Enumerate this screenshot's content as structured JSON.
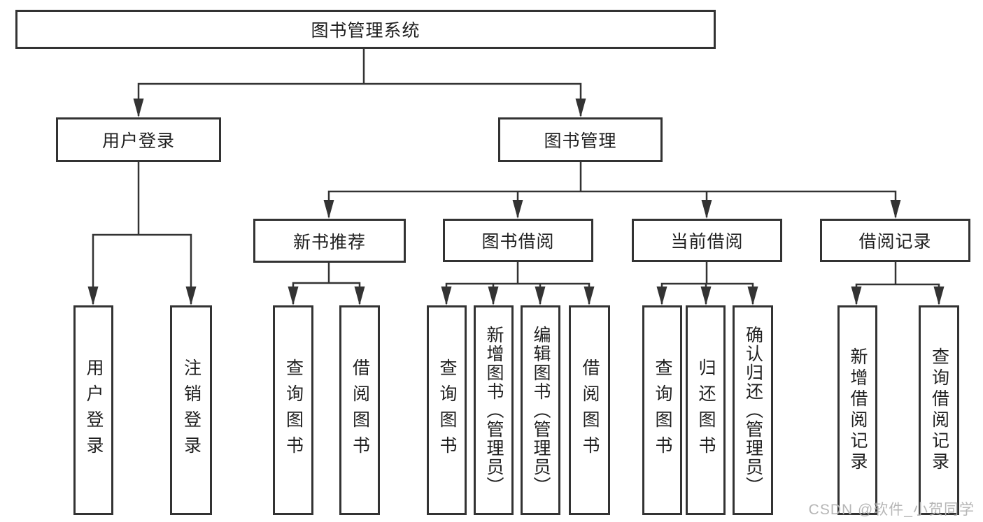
{
  "tree": {
    "label": "图书管理系统",
    "children": [
      {
        "label": "用户登录",
        "children": [
          {
            "label": "用户登录"
          },
          {
            "label": "注销登录"
          }
        ]
      },
      {
        "label": "图书管理",
        "children": [
          {
            "label": "新书推荐",
            "children": [
              {
                "label": "查询图书"
              },
              {
                "label": "借阅图书"
              }
            ]
          },
          {
            "label": "图书借阅",
            "children": [
              {
                "label": "查询图书"
              },
              {
                "label": "新增图书（管理员）"
              },
              {
                "label": "编辑图书（管理员）"
              },
              {
                "label": "借阅图书"
              }
            ]
          },
          {
            "label": "当前借阅",
            "children": [
              {
                "label": "查询图书"
              },
              {
                "label": "归还图书"
              },
              {
                "label": "确认归还（管理员）"
              }
            ]
          },
          {
            "label": "借阅记录",
            "children": [
              {
                "label": "新增借阅记录"
              },
              {
                "label": "查询借阅记录"
              }
            ]
          }
        ]
      }
    ]
  },
  "watermark": {
    "text": "CSDN @软件_小贺同学"
  },
  "colors": {
    "line": "#333333",
    "box_border": "#333333",
    "box_fill": "#ffffff",
    "text": "#1f1f1f",
    "background": "#ffffff",
    "watermark": "#b2b2b2"
  }
}
